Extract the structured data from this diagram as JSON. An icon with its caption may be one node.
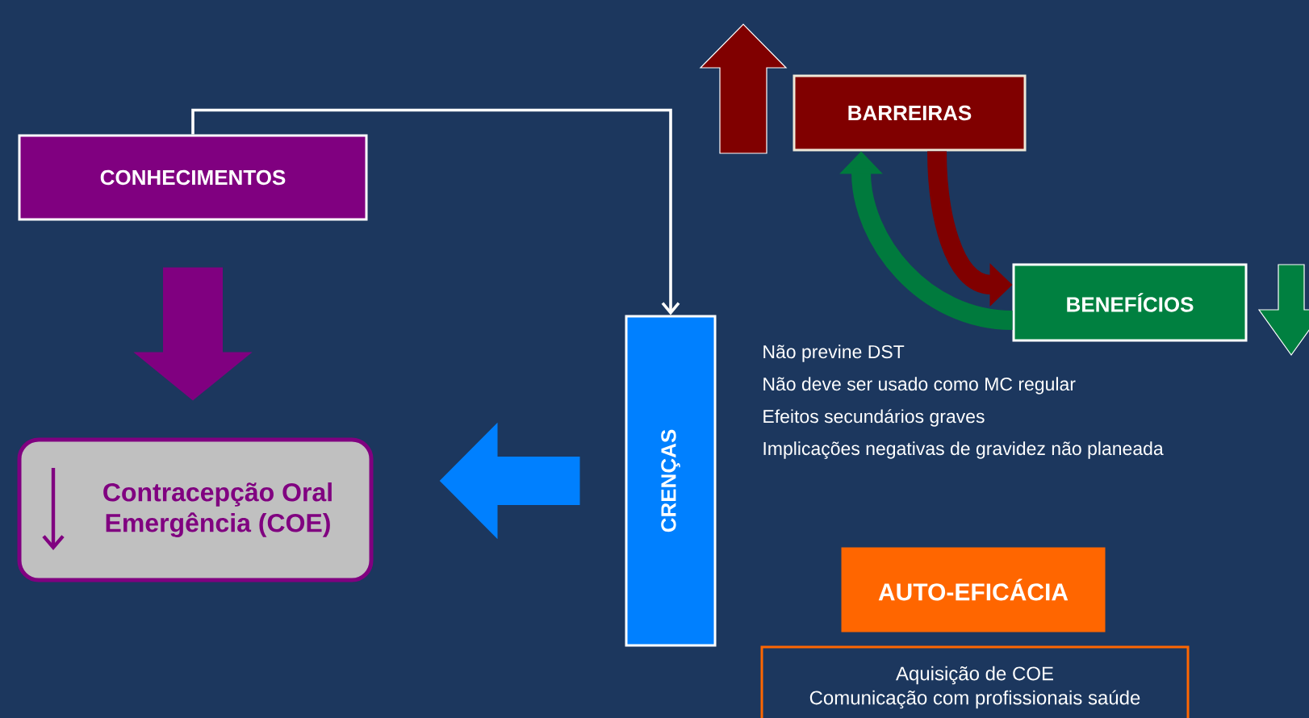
{
  "diagram": {
    "nodes": [
      {
        "text": [
          "CONHECIMENTOS"
        ]
      },
      {
        "text": [
          "CRENÇAS"
        ]
      },
      {
        "text": [
          "Contracepção Oral Emergência (COE)"
        ]
      },
      {
        "text": [
          "BARREIRAS"
        ]
      },
      {
        "text": [
          "BENEFÍCIOS"
        ]
      },
      {
        "text": [
          "AUTO-EFICÁCIA"
        ]
      },
      {
        "text": [
          "Aquisição de COE",
          "Comunicação com profissionais saúde"
        ]
      }
    ],
    "edges": [
      {
        "from": 0,
        "to": 1,
        "arrow": "to"
      },
      {
        "from": 0,
        "to": 2,
        "arrow": "to",
        "style": "thick",
        "color": "#800080"
      },
      {
        "from": 1,
        "to": 2,
        "arrow": "to",
        "style": "thick",
        "color": "#0080ff"
      },
      {
        "from": 3,
        "to": 4,
        "arrow": "to",
        "color": "#800000"
      },
      {
        "from": 4,
        "to": 3,
        "arrow": "to",
        "color": "#007a3d"
      }
    ],
    "labels": [
      "Não previne DST",
      "Não deve ser usado como MC regular",
      "Efeitos secundários graves",
      "Implicações negativas de gravidez não planeada"
    ]
  }
}
